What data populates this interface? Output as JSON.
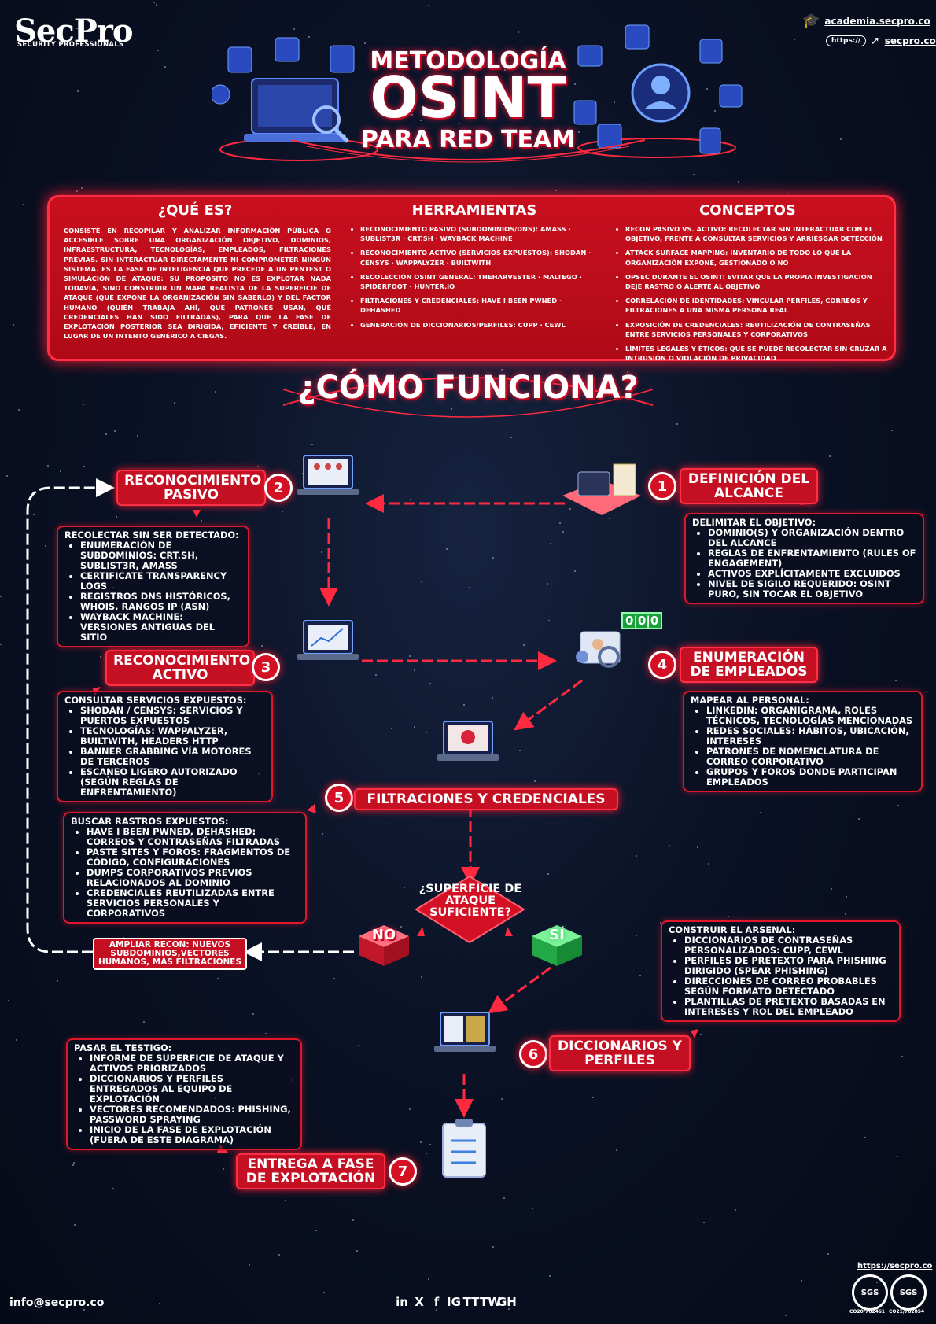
{
  "brand": {
    "name": "SecPro",
    "tagline": "SECURITY PROFESSIONALS",
    "academy_link": "academia.secpro.co",
    "url_prefix": "https://",
    "site_link": "secpro.co"
  },
  "title": {
    "line1": "METODOLOGÍA",
    "line2": "OSINT",
    "line3": "PARA RED TEAM"
  },
  "panel": {
    "que_es": {
      "title": "¿QUÉ ES?",
      "text": "Consiste en recopilar y analizar información pública o accesible sobre una organización objetivo, dominios, infraestructura, tecnologías, empleados, filtraciones previas. Sin interactuar directamente ni comprometer ningún sistema. Es la fase de inteligencia que precede a un pentest o simulación de ataque: su propósito no es explotar nada todavía, sino construir un mapa realista de la superficie de ataque (qué expone la organización sin saberlo) y del factor humano (quién trabaja ahí, qué patrones usan, qué credenciales han sido filtradas), para que la fase de explotación posterior sea dirigida, eficiente y creíble, en lugar de un intento genérico a ciegas."
    },
    "herramientas": {
      "title": "HERRAMIENTAS",
      "items": [
        "Reconocimiento pasivo (subdominios/DNS): Amass · Sublist3r · crt.sh · Wayback Machine",
        "Reconocimiento activo (servicios expuestos): Shodan · Censys · Wappalyzer · BuiltWith",
        "Recolección OSINT general: theHarvester · Maltego · SpiderFoot · Hunter.io",
        "Filtraciones y credenciales: Have I Been Pwned · DeHashed",
        "Generación de diccionarios/perfiles: CUPP · CeWL"
      ]
    },
    "conceptos": {
      "title": "CONCEPTOS",
      "items": [
        "Recon pasivo vs. activo: recolectar sin interactuar con el objetivo, frente a consultar servicios y arriesgar detección",
        "Attack surface mapping: inventario de todo lo que la organización expone, gestionado o no",
        "OPSEC durante el OSINT: evitar que la propia investigación deje rastro o alerte al objetivo",
        "Correlación de identidades: vincular perfiles, correos y filtraciones a una misma persona real",
        "Exposición de credenciales: reutilización de contraseñas entre servicios personales y corporativos",
        "Límites legales y éticos: qué se puede recolectar sin cruzar a intrusión o violación de privacidad"
      ]
    }
  },
  "how": {
    "title": "¿CÓMO FUNCIONA?"
  },
  "steps": [
    {
      "num": "1",
      "label": "DEFINICIÓN DEL ALCANCE",
      "heading": "Delimitar el objetivo:",
      "items": [
        "Dominio(s) y organización dentro del alcance",
        "Reglas de enfrentamiento (rules of engagement)",
        "Activos explícitamente excluidos",
        "Nivel de sigilo requerido: OSINT puro, sin tocar el objetivo"
      ]
    },
    {
      "num": "2",
      "label": "RECONOCIMIENTO PASIVO",
      "heading": "Recolectar sin ser detectado:",
      "items": [
        "Enumeración de subdominios: crt.sh, Sublist3r, Amass",
        "Certificate Transparency logs",
        "Registros DNS históricos, WHOIS, rangos IP (ASN)",
        "Wayback Machine: versiones antiguas del sitio"
      ]
    },
    {
      "num": "3",
      "label": "RECONOCIMIENTO ACTIVO",
      "heading": "Consultar servicios expuestos:",
      "items": [
        "Shodan / Censys: servicios y puertos expuestos",
        "Tecnologías: Wappalyzer, BuiltWith, headers HTTP",
        "Banner grabbing vía motores de terceros",
        "Escaneo ligero autorizado (según reglas de enfrentamiento)"
      ]
    },
    {
      "num": "4",
      "label": "ENUMERACIÓN DE EMPLEADOS",
      "heading": "Mapear al personal:",
      "items": [
        "LinkedIn: organigrama, roles técnicos, tecnologías mencionadas",
        "Redes sociales: hábitos, ubicación, intereses",
        "Patrones de nomenclatura de correo corporativo",
        "Grupos y foros donde participan empleados"
      ]
    },
    {
      "num": "5",
      "label": "FILTRACIONES Y CREDENCIALES",
      "heading": "Buscar rastros expuestos:",
      "items": [
        "Have I Been Pwned, DeHashed: correos y contraseñas filtradas",
        "Paste sites y foros: fragmentos de código, configuraciones",
        "Dumps corporativos previos relacionados al dominio",
        "Credenciales reutilizadas entre servicios personales y corporativos"
      ]
    },
    {
      "num": "6",
      "label": "DICCIONARIOS Y PERFILES",
      "heading": "Construir el arsenal:",
      "items": [
        "Diccionarios de contraseñas personalizados: CUPP, CeWL",
        "Perfiles de pretexto para phishing dirigido (spear phishing)",
        "Direcciones de correo probables según formato detectado",
        "Plantillas de pretexto basadas en intereses y rol del empleado"
      ]
    },
    {
      "num": "7",
      "label": "ENTREGA A FASE DE EXPLOTACIÓN",
      "heading": "Pasar el testigo:",
      "items": [
        "Informe de superficie de ataque y activos priorizados",
        "Diccionarios y perfiles entregados al equipo de explotación",
        "Vectores recomendados: phishing, password spraying",
        "Inicio de la fase de explotación (fuera de este diagrama)"
      ]
    }
  ],
  "decision": {
    "question": "¿SUPERFICIE DE ATAQUE SUFICIENTE?",
    "no": "NO",
    "yes": "SÍ",
    "loop_label": "AMPLIAR RECON: NUEVOS SUBDOMINIOS,VECTORES HUMANOS, MÁS FILTRACIONES"
  },
  "badge_counter": "0|0|0",
  "footer": {
    "email": "info@secpro.co",
    "site": "https://secpro.co",
    "cert1": "CO20/762461",
    "cert2": "CO21/762854",
    "cert_label": "SGS",
    "social": [
      "in",
      "X",
      "f",
      "IG",
      "TT",
      "TW",
      "GH"
    ]
  },
  "colors": {
    "red": "#c41022",
    "red_bright": "#ff3045",
    "green": "#2fd05a",
    "bg": "#0b1226"
  }
}
